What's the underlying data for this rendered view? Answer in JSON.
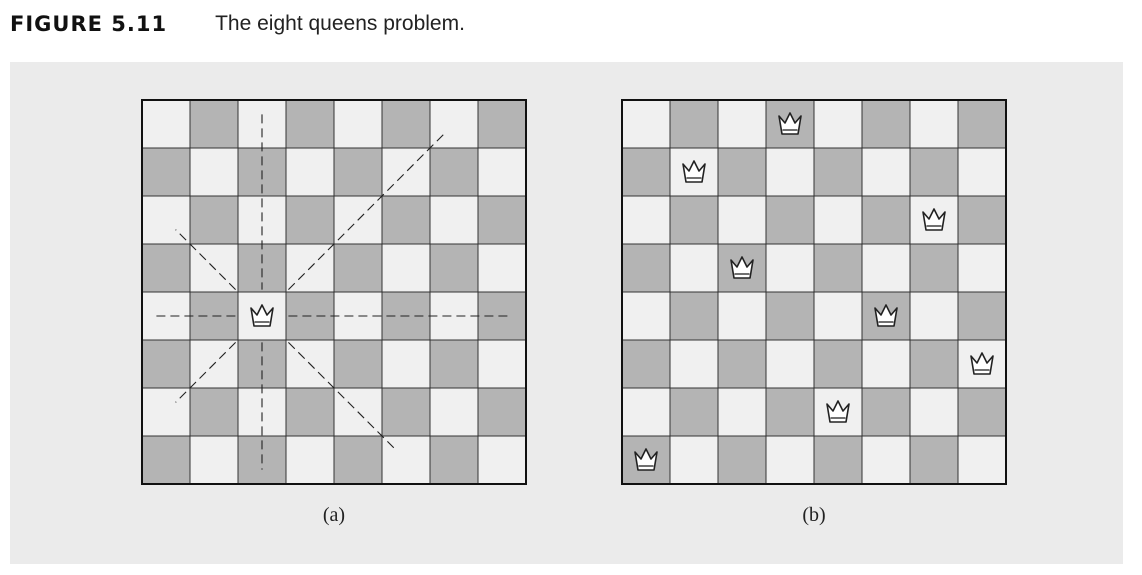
{
  "caption": {
    "number": "FIGURE 5.11",
    "title": "The eight queens problem."
  },
  "colors": {
    "panel_background": "#ebebeb",
    "light_square": "#f0f0f0",
    "dark_square": "#b4b4b4",
    "grid_line": "#333333",
    "queen_fill": "#ffffff",
    "queen_stroke": "#222222"
  },
  "board_size": 8,
  "boards": [
    {
      "id": "a",
      "label": "(a)",
      "queens": [
        {
          "row": 4,
          "col": 2
        }
      ],
      "show_attack_lines": true
    },
    {
      "id": "b",
      "label": "(b)",
      "queens": [
        {
          "row": 0,
          "col": 3
        },
        {
          "row": 1,
          "col": 1
        },
        {
          "row": 2,
          "col": 6
        },
        {
          "row": 3,
          "col": 2
        },
        {
          "row": 4,
          "col": 5
        },
        {
          "row": 5,
          "col": 7
        },
        {
          "row": 6,
          "col": 4
        },
        {
          "row": 7,
          "col": 0
        }
      ],
      "show_attack_lines": false
    }
  ],
  "icons": {
    "queen": "queen-crown-icon"
  }
}
